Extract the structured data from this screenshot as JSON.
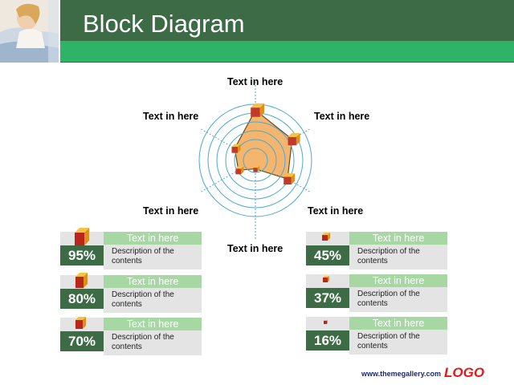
{
  "title": "Block Diagram",
  "radar": {
    "labels": [
      "Text in here",
      "Text in here",
      "Text in here",
      "Text in here",
      "Text in here",
      "Text in here"
    ],
    "ring_color": "#4ba9cf",
    "fill_color": "#f4b56e",
    "fill_stroke": "#6b4a1d",
    "values": [
      0.95,
      0.8,
      0.7,
      0.16,
      0.37,
      0.45
    ]
  },
  "cards_left": [
    {
      "pct": "95%",
      "label": "Text in here",
      "desc": "Description of the contents"
    },
    {
      "pct": "80%",
      "label": "Text in here",
      "desc": "Description of the contents"
    },
    {
      "pct": "70%",
      "label": "Text in here",
      "desc": "Description of the contents"
    }
  ],
  "cards_right": [
    {
      "pct": "45%",
      "label": "Text in here",
      "desc": "Description of the contents"
    },
    {
      "pct": "37%",
      "label": "Text in here",
      "desc": "Description of the contents"
    },
    {
      "pct": "16%",
      "label": "Text in here",
      "desc": "Description of the contents"
    }
  ],
  "colors": {
    "header_dark": "#3d6b46",
    "header_green": "#2fb467",
    "bar_green": "#a7d8a3",
    "cube_front": "#c0392b",
    "cube_top": "#f5c242",
    "cube_side": "#e08f1c"
  },
  "footer": {
    "url": "www.themegallery.com",
    "logo": "LOGO"
  }
}
